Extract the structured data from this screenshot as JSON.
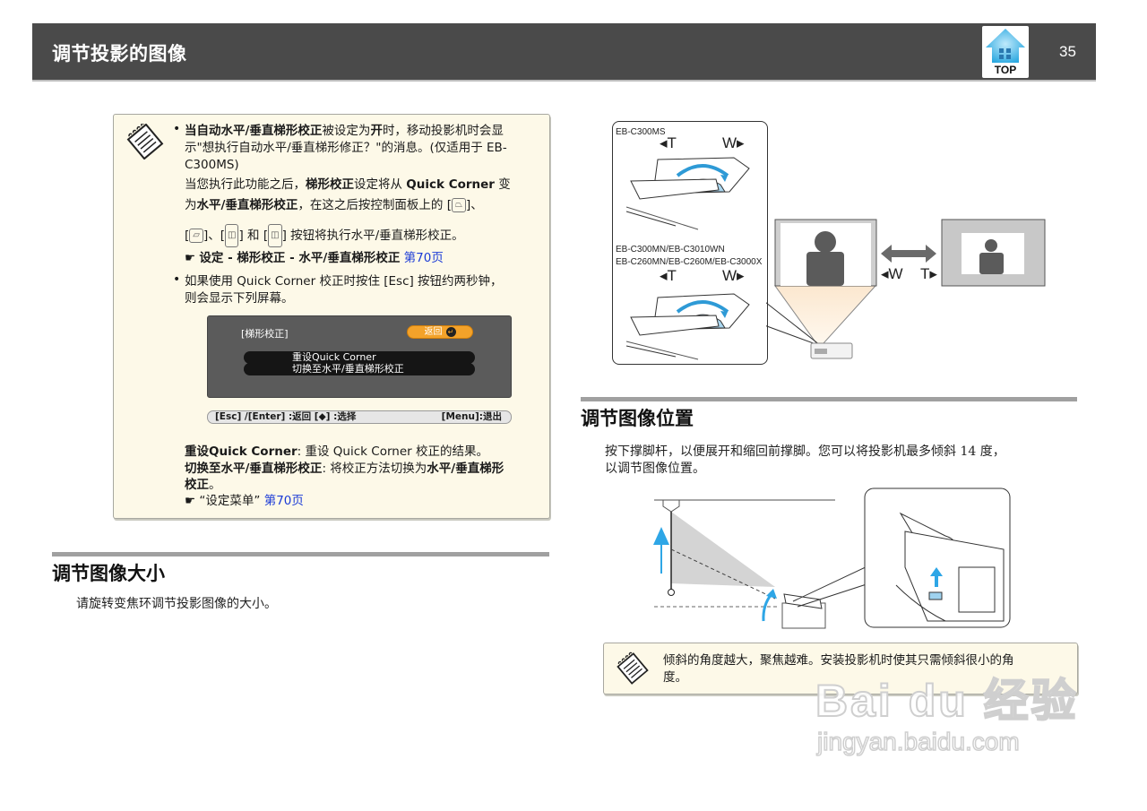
{
  "header": {
    "title": "调节投影的图像",
    "top_button_label": "TOP",
    "page_number": "35",
    "colors": {
      "bar": "#4a4a4a",
      "top_icon": "#2aa8e0"
    }
  },
  "note1": {
    "icon": "note-pad-icon",
    "bullet1": {
      "line1_bold": "当自动水平/垂直梯形校正",
      "line1_a": "被设定为",
      "line1_bold2": "开",
      "line1_b": "时，移动投影机时会显",
      "line2": "示\"想执行自动水平/垂直梯形修正？\"的消息。(仅适用于 EB-",
      "line3": "C300MS)",
      "line4_a": "当您执行此功能之后，",
      "line4_bold": "梯形校正",
      "line4_b": "设定将从 ",
      "line4_bold2": "Quick Corner",
      "line4_c": " 变",
      "line5_a": "为",
      "line5_bold": "水平/垂直梯形校正",
      "line5_b": "，在这之后按控制面板上的 [",
      "line5_c": "]、",
      "line6_a": "[",
      "line6_b": "]、[",
      "line6_c": "] 和 [",
      "line6_d": "] 按钮将执行水平/垂直梯形校正。",
      "ref_icon": "pointing-hand-icon",
      "ref_path": "设定 - 梯形校正 - 水平/垂直梯形校正",
      "ref_link": "第70页"
    },
    "bullet2": {
      "line1": "如果使用 Quick Corner 校正时按住 [Esc] 按钮约两秒钟，",
      "line2": "则会显示下列屏幕。"
    },
    "osd": {
      "title": "[梯形校正]",
      "return_label": "返回",
      "items": [
        "重设Quick Corner",
        "切换至水平/垂直梯形校正"
      ],
      "footer_left": "[Esc] /[Enter] :返回  [◆] :选择",
      "footer_right": "[Menu]:退出"
    },
    "desc1_bold": "重设Quick Corner",
    "desc1_text": ": 重设 Quick Corner 校正的结果。",
    "desc2_bold": "切换至水平/垂直梯形校正",
    "desc2_text": ": 将校正方法切换为",
    "desc2_bold2": "水平/垂直梯形",
    "desc3_bold": "校正",
    "desc3_text": "。",
    "ref2_text": "“设定菜单”",
    "ref2_link": "第70页"
  },
  "section_size": {
    "title": "调节图像大小",
    "body": "请旋转变焦环调节投影图像的大小。"
  },
  "figure_zoom": {
    "model_label_1": "EB-C300MS",
    "model_label_2a": "EB-C300MN/EB-C3010WN",
    "model_label_2b": "EB-C260MN/EB-C260M/EB-C3000X",
    "t_label": "◂T",
    "w_label": "W▸",
    "w_left_label": "◂W",
    "t_right_label": "T▸"
  },
  "section_position": {
    "title": "调节图像位置",
    "body_line1": "按下撑脚杆，以便展开和缩回前撑脚。您可以将投影机最多倾斜 14 度，",
    "body_line2": "以调节图像位置。"
  },
  "note2": {
    "icon": "note-pad-icon",
    "line1": "倾斜的角度越大，聚焦越难。安装投影机时使其只需倾斜很小的角",
    "line2": "度。"
  },
  "watermark": {
    "big": "Bai du 经验",
    "small": "jingyan.baidu.com"
  }
}
